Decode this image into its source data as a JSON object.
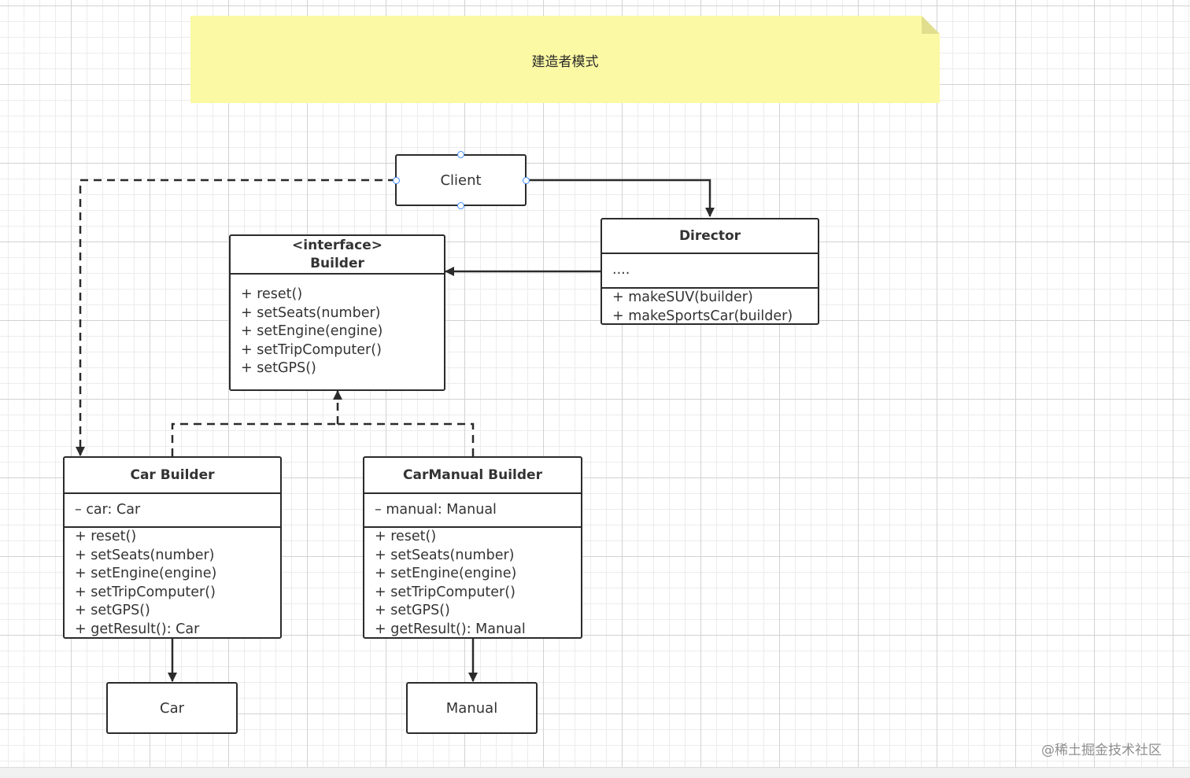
{
  "note": {
    "title": "建造者模式",
    "color": "#fbf9a3"
  },
  "client": {
    "label": "Client"
  },
  "director": {
    "name": "Director",
    "attributes": [
      "...."
    ],
    "methods": [
      "+ makeSUV(builder)",
      "+ makeSportsCar(builder)"
    ]
  },
  "builder": {
    "stereotype": "<interface>",
    "name": "Builder",
    "methods": [
      "+ reset()",
      "+ setSeats(number)",
      "+ setEngine(engine)",
      "+ setTripComputer()",
      "+ setGPS()"
    ]
  },
  "car_builder": {
    "name": "Car Builder",
    "attributes": [
      "– car: Car"
    ],
    "methods": [
      "+ reset()",
      "+ setSeats(number)",
      "+ setEngine(engine)",
      "+ setTripComputer()",
      "+ setGPS()",
      "+ getResult(): Car"
    ]
  },
  "manual_builder": {
    "name": "CarManual Builder",
    "attributes": [
      "– manual: Manual"
    ],
    "methods": [
      "+ reset()",
      "+ setSeats(number)",
      "+ setEngine(engine)",
      "+ setTripComputer()",
      "+ setGPS()",
      "+ getResult(): Manual"
    ]
  },
  "car": {
    "label": "Car"
  },
  "manual": {
    "label": "Manual"
  },
  "watermark": "@稀土掘金技术社区",
  "colors": {
    "line": "#2b2b2b",
    "selection_handle": "#3d8bff"
  }
}
